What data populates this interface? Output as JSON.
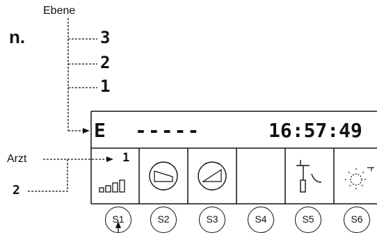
{
  "labels": {
    "level": "Ebene",
    "heading_fragment": "n.",
    "doctor": "Arzt"
  },
  "levels": [
    "3",
    "2",
    "1"
  ],
  "display": {
    "mode": "E",
    "dashes": "-----",
    "time": "16:57:49",
    "signal_level": "1"
  },
  "callout_number": "2",
  "softkeys": [
    "S1",
    "S2",
    "S3",
    "S4",
    "S5",
    "S6"
  ],
  "icons": [
    "signal-strength-icon",
    "valve-closing-icon",
    "valve-opening-icon",
    "empty-key",
    "pipe-branch-icon",
    "sun-icon"
  ]
}
